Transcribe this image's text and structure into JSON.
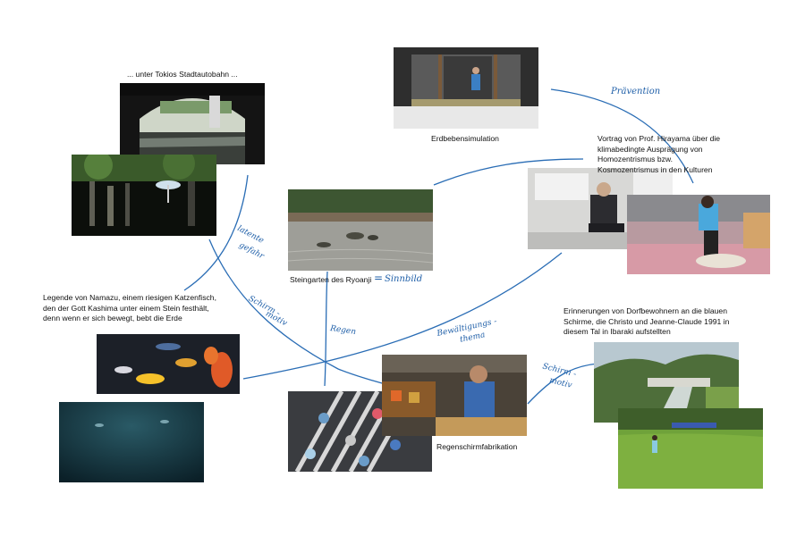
{
  "captions": {
    "tokyo_highway": "... unter Tokios Stadtautobahn ...",
    "earthquake_sim": "Erdbebensimulation",
    "lecture": "Vortrag von Prof. Hirayama über die klimabedingte Ausprägung von Homozentrismus bzw. Kosmozentrismus in den Kulturen",
    "rock_garden": "Steingarten des Ryoanji",
    "namazu": "Legende von Namazu, einem riesigen Katzenfisch, den der Gott Kashima unter einem Stein festhält, denn wenn er sich bewegt, bebt die Erde",
    "memories": "Erinnerungen von Dorfbewohnern an die blauen Schirme, die Christo und Jeanne-Claude 1991 in diesem Tal in Ibaraki aufstellten",
    "umbrella_factory": "Regenschirmfabrikation"
  },
  "annotations": {
    "praevention": "Prävention",
    "latente_gefahr_1": "latente",
    "latente_gefahr_2": "gefahr",
    "sinnbild_eq": "=",
    "sinnbild": "Sinnbild",
    "schirmmotiv_left_1": "Schirm -",
    "schirmmotiv_left_2": "motiv",
    "regen": "Regen",
    "bewaeltigung_1": "Bewältigungs -",
    "bewaeltigung_2": "thema",
    "schirmmotiv_right_1": "Schirm -",
    "schirmmotiv_right_2": "motiv"
  },
  "photos": [
    {
      "id": "bridge-arch",
      "subject": "bridge arch over river"
    },
    {
      "id": "forest-graves",
      "subject": "dark forest with umbrella"
    },
    {
      "id": "tatami-room",
      "subject": "tatami room earthquake simulation"
    },
    {
      "id": "rock-garden",
      "subject": "zen rock garden"
    },
    {
      "id": "lecture-professor",
      "subject": "professor at laptop"
    },
    {
      "id": "cpr-training",
      "subject": "first aid training"
    },
    {
      "id": "aquarium-fish",
      "subject": "colorful fish"
    },
    {
      "id": "underwater",
      "subject": "dark underwater scene"
    },
    {
      "id": "crowd-umbrellas",
      "subject": "crowd with umbrellas"
    },
    {
      "id": "umbrella-maker",
      "subject": "craftsman in workshop"
    },
    {
      "id": "valley-dam",
      "subject": "river valley with dam"
    },
    {
      "id": "rice-field",
      "subject": "person in green field"
    }
  ],
  "colors": {
    "ink": "#2a6db5",
    "text": "#111111",
    "background": "#ffffff"
  }
}
